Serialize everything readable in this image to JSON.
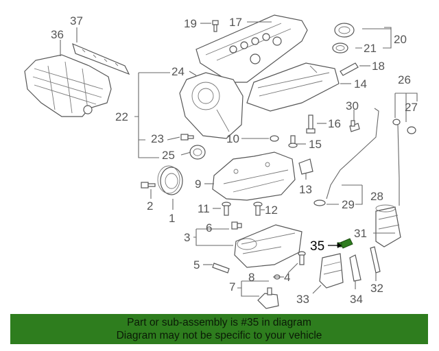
{
  "callouts": {
    "c1": "1",
    "c2": "2",
    "c3": "3",
    "c4": "4",
    "c5": "5",
    "c6": "6",
    "c7": "7",
    "c8": "8",
    "c9": "9",
    "c10": "10",
    "c11": "11",
    "c12": "12",
    "c13": "13",
    "c14": "14",
    "c15": "15",
    "c16": "16",
    "c17": "17",
    "c18": "18",
    "c19": "19",
    "c20": "20",
    "c21": "21",
    "c22": "22",
    "c23": "23",
    "c24": "24",
    "c25": "25",
    "c26": "26",
    "c27": "27",
    "c28": "28",
    "c29": "29",
    "c30": "30",
    "c31": "31",
    "c32": "32",
    "c33": "33",
    "c34": "34",
    "c35": "35",
    "c36": "36",
    "c37": "37"
  },
  "highlight_part": "35",
  "banner": {
    "line1": "Part or sub-assembly is #35 in diagram",
    "line2": "Diagram may not be specific to your vehicle",
    "color": "#2e7d1e"
  },
  "colors": {
    "highlight_part_fill": "#2f7d1f",
    "line": "#555555"
  }
}
